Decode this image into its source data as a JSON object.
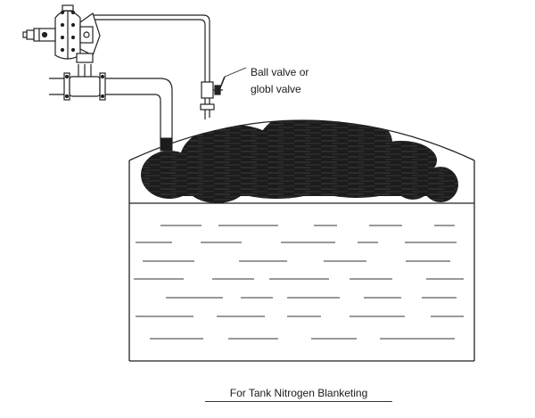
{
  "labels": {
    "valve_line1": "Ball valve or",
    "valve_line2": "globl valve"
  },
  "caption": "For Tank Nitrogen Blanketing",
  "colors": {
    "line": "#222222",
    "gas": "#1c1c1c",
    "background": "#ffffff"
  }
}
